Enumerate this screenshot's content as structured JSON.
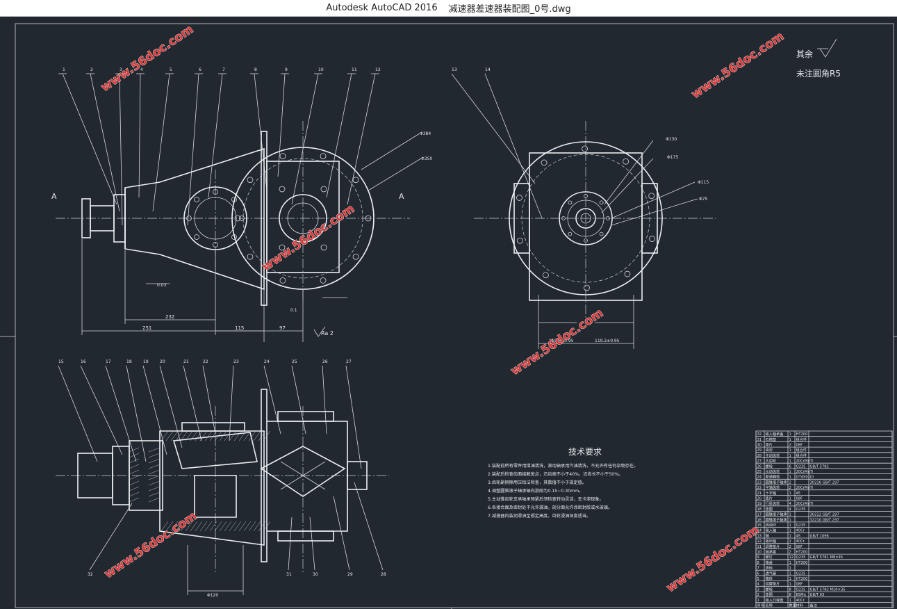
{
  "window": {
    "app_title": "Autodesk AutoCAD 2016",
    "file_name": "减速器差速器装配图_0号.dwg"
  },
  "watermark": "www.56doc.com",
  "roughness_note": {
    "prefix": "其余",
    "fillet": "未注圆角R5"
  },
  "front_view": {
    "part_numbers": [
      "1",
      "2",
      "3",
      "4",
      "5",
      "6",
      "7",
      "8",
      "9",
      "10",
      "11",
      "12"
    ],
    "section_mark": "A",
    "dims": [
      "251",
      "232",
      "115",
      "97"
    ],
    "diameters": [
      "Φ384",
      "Φ350"
    ],
    "tolerance": "0.03",
    "flatness": "0.1",
    "ra": "Ra 2"
  },
  "side_view": {
    "part_numbers": [
      "13",
      "14"
    ],
    "diameters": [
      "Φ130",
      "Φ175",
      "Φ115",
      "Φ75"
    ],
    "dims": [
      "119.5±0.95",
      "119.2±0.95"
    ]
  },
  "section_view": {
    "part_numbers_top": [
      "15",
      "16",
      "17",
      "18",
      "19",
      "20",
      "21",
      "22",
      "23",
      "24",
      "25",
      "26",
      "27"
    ],
    "part_numbers_bottom": [
      "32",
      "31",
      "30",
      "29",
      "28"
    ],
    "diameter_bottom": "Φ120"
  },
  "tech_requirements": {
    "title": "技术要求",
    "lines": [
      "1.装配前所有零件用煤油清洗，滚动轴承用汽油清洗，不允许有任何杂物存在。",
      "2.装配后检查齿面接触斑点，沿齿高不小于40%，沿齿长不小于50%。",
      "3.齿轮副侧隙用压铅法检查，其数值不小于规定值。",
      "4.调整圆锥滚子轴承轴向游隙为0.15~0.30mm。",
      "5.主动锥齿轮支承轴承预紧后须检查转动灵活，无卡滞现象。",
      "6.各接合面及密封处不允许漏油，剖分面允许涂密封胶或水玻璃。",
      "7.减速器内装润滑油至规定高度，齿轮浸油深度适当。"
    ]
  },
  "bom": {
    "rows": [
      {
        "no": "32",
        "name": "输入轴承盖",
        "qty": "1",
        "mat": "HT200",
        "note": ""
      },
      {
        "no": "31",
        "name": "石棉垫",
        "qty": "1",
        "mat": "组合件",
        "note": ""
      },
      {
        "no": "30",
        "name": "垫片",
        "qty": "2",
        "mat": "08F",
        "note": ""
      },
      {
        "no": "29",
        "name": "油封",
        "qty": "1",
        "mat": "组合件",
        "note": ""
      },
      {
        "no": "28",
        "name": "主动齿轮",
        "qty": "1",
        "mat": "组合件",
        "note": ""
      },
      {
        "no": "27",
        "name": "大齿轮",
        "qty": "1",
        "mat": "20CrMnTi",
        "note": ""
      },
      {
        "no": "26",
        "name": "螺栓",
        "qty": "6",
        "mat": "Q235",
        "note": "GB/T 5782"
      },
      {
        "no": "25",
        "name": "从动齿轮",
        "qty": "1",
        "mat": "20CrMnTi",
        "note": ""
      },
      {
        "no": "24",
        "name": "差速器壳",
        "qty": "1",
        "mat": "QT450-10",
        "note": ""
      },
      {
        "no": "23",
        "name": "圆锥滚子轴承",
        "qty": "2",
        "mat": "",
        "note": "30216 GB/T 297"
      },
      {
        "no": "22",
        "name": "半轴齿轮",
        "qty": "2",
        "mat": "20CrMnTi",
        "note": ""
      },
      {
        "no": "21",
        "name": "十字轴",
        "qty": "1",
        "mat": "45",
        "note": ""
      },
      {
        "no": "20",
        "name": "垫片",
        "qty": "1",
        "mat": "08F",
        "note": ""
      },
      {
        "no": "19",
        "name": "行星齿轮",
        "qty": "4",
        "mat": "20CrMnTi",
        "note": ""
      },
      {
        "no": "18",
        "name": "垫圈",
        "qty": "4",
        "mat": "Q235",
        "note": ""
      },
      {
        "no": "17",
        "name": "圆锥滚子轴承",
        "qty": "1",
        "mat": "",
        "note": "30212 GB/T 297"
      },
      {
        "no": "16",
        "name": "圆锥滚子轴承",
        "qty": "1",
        "mat": "",
        "note": "32210 GB/T 297"
      },
      {
        "no": "15",
        "name": "挡油环",
        "qty": "1",
        "mat": "Q235",
        "note": ""
      },
      {
        "no": "14",
        "name": "输入轴",
        "qty": "1",
        "mat": "40Cr",
        "note": ""
      },
      {
        "no": "13",
        "name": "键",
        "qty": "1",
        "mat": "45",
        "note": "GB/T 1096"
      },
      {
        "no": "12",
        "name": "输出轴",
        "qty": "2",
        "mat": "40Cr",
        "note": ""
      },
      {
        "no": "11",
        "name": "调整垫片",
        "qty": "2",
        "mat": "08F",
        "note": ""
      },
      {
        "no": "10",
        "name": "轴承盖",
        "qty": "2",
        "mat": "HT200",
        "note": ""
      },
      {
        "no": "9",
        "name": "螺钉",
        "qty": "12",
        "mat": "Q235",
        "note": "GB/T 5781 M8×45"
      },
      {
        "no": "8",
        "name": "箱盖",
        "qty": "1",
        "mat": "HT200",
        "note": ""
      },
      {
        "no": "7",
        "name": "油标",
        "qty": "1",
        "mat": "",
        "note": ""
      },
      {
        "no": "6",
        "name": "透气塞",
        "qty": "1",
        "mat": "Q235",
        "note": ""
      },
      {
        "no": "5",
        "name": "箱体",
        "qty": "1",
        "mat": "HT200",
        "note": ""
      },
      {
        "no": "4",
        "name": "调整垫片",
        "qty": "1",
        "mat": "08F",
        "note": ""
      },
      {
        "no": "3",
        "name": "螺栓",
        "qty": "8",
        "mat": "Q235",
        "note": "GB/T 5782 M10×35"
      },
      {
        "no": "2",
        "name": "垫圈",
        "qty": "8",
        "mat": "65Mn",
        "note": "GB/T 93"
      },
      {
        "no": "1",
        "name": "输入凸缘盘",
        "qty": "1",
        "mat": "40Cr",
        "note": ""
      }
    ],
    "header": [
      "序号",
      "名称",
      "数量",
      "材料",
      "备注"
    ]
  },
  "colors": {
    "background": "#212830",
    "linework": "#e6e8ea",
    "watermark": "#d93a3a"
  }
}
